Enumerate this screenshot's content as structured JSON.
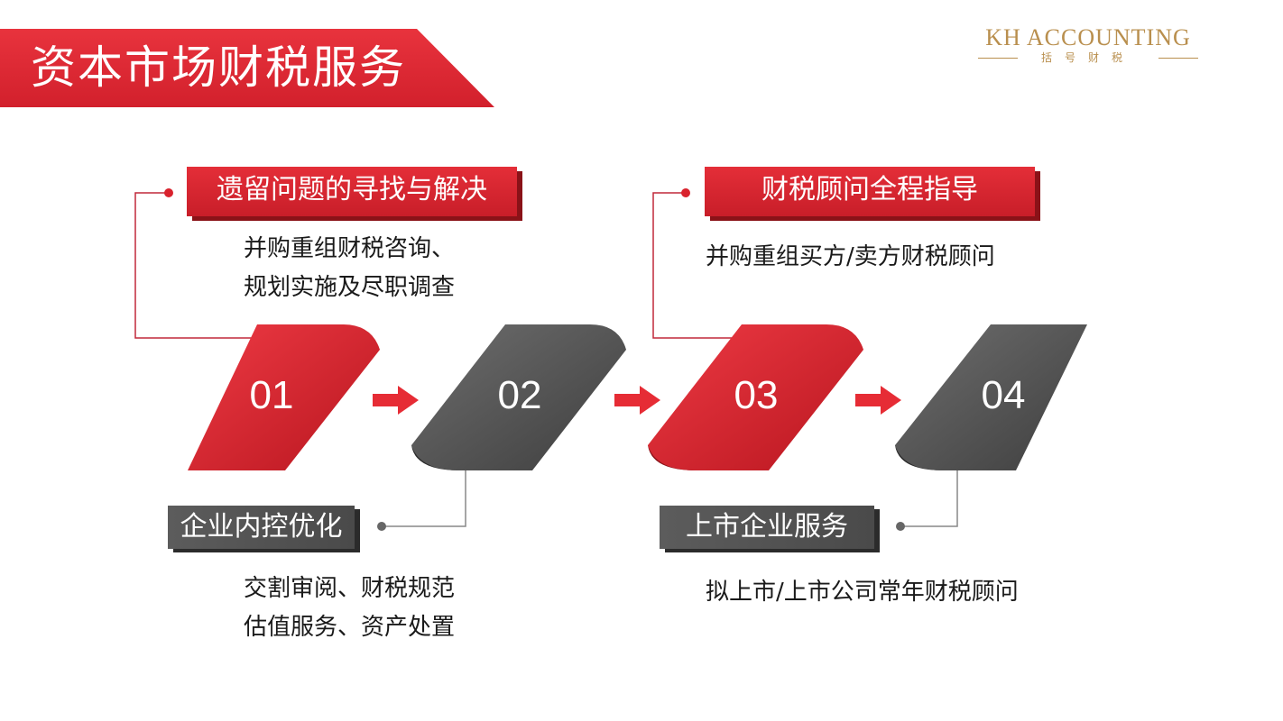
{
  "title": "资本市场财税服务",
  "logo": {
    "main": "KH ACCOUNTING",
    "sub": "括号财税"
  },
  "steps": [
    {
      "number": "01",
      "heading": "遗留问题的寻找与解决",
      "desc_lines": [
        "并购重组财税咨询、",
        "规划实施及尽职调查"
      ]
    },
    {
      "number": "02",
      "heading": "企业内控优化",
      "desc_lines": [
        "交割审阅、财税规范",
        "估值服务、资产处置"
      ]
    },
    {
      "number": "03",
      "heading": "财税顾问全程指导",
      "desc_lines": [
        "并购重组买方/卖方财税顾问"
      ]
    },
    {
      "number": "04",
      "heading": "上市企业服务",
      "desc_lines": [
        "拟上市/上市公司常年财税顾问"
      ]
    }
  ],
  "colors": {
    "red": "#d9222d",
    "dark_red": "#8a1218",
    "gray": "#555555",
    "gold": "#b98f4e"
  }
}
